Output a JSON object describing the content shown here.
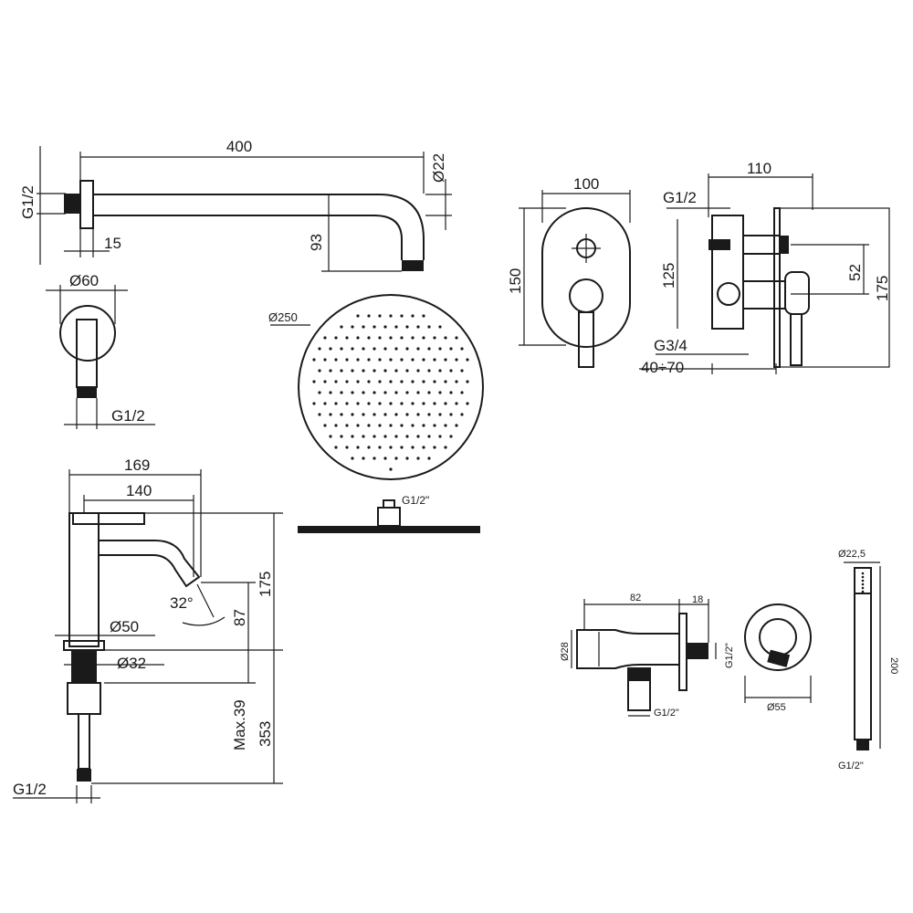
{
  "shower_arm": {
    "length": "400",
    "diameter": "Ø22",
    "thread": "G1/2",
    "flange_depth": "15",
    "drop": "93"
  },
  "wall_flange": {
    "diameter": "Ø60",
    "thread": "G1/2"
  },
  "shower_head": {
    "diameter": "Ø250",
    "thread": "G1/2\""
  },
  "mixer_plate": {
    "width": "100",
    "height": "150"
  },
  "mixer_body": {
    "depth": "110",
    "inlet_thread": "G1/2",
    "height_inner": "125",
    "offset": "52",
    "height_outer": "175",
    "outlet_thread": "G3/4",
    "install_depth": "40÷70"
  },
  "basin_mixer": {
    "total_reach": "169",
    "spout_reach": "140",
    "spout_angle": "32°",
    "base_diameter": "Ø50",
    "hole_diameter": "Ø32",
    "height": "175",
    "spout_height": "87",
    "max_deck": "Max.39",
    "hose_length": "353",
    "thread": "G1/2"
  },
  "wall_outlet": {
    "length": "82",
    "flange": "18",
    "body_diameter": "Ø28",
    "outlet_thread": "G1/2\"",
    "inlet_thread": "G1/2\"",
    "rosette_diameter": "Ø55"
  },
  "hand_shower": {
    "diameter": "Ø22,5",
    "length": "200",
    "thread": "G1/2\""
  }
}
